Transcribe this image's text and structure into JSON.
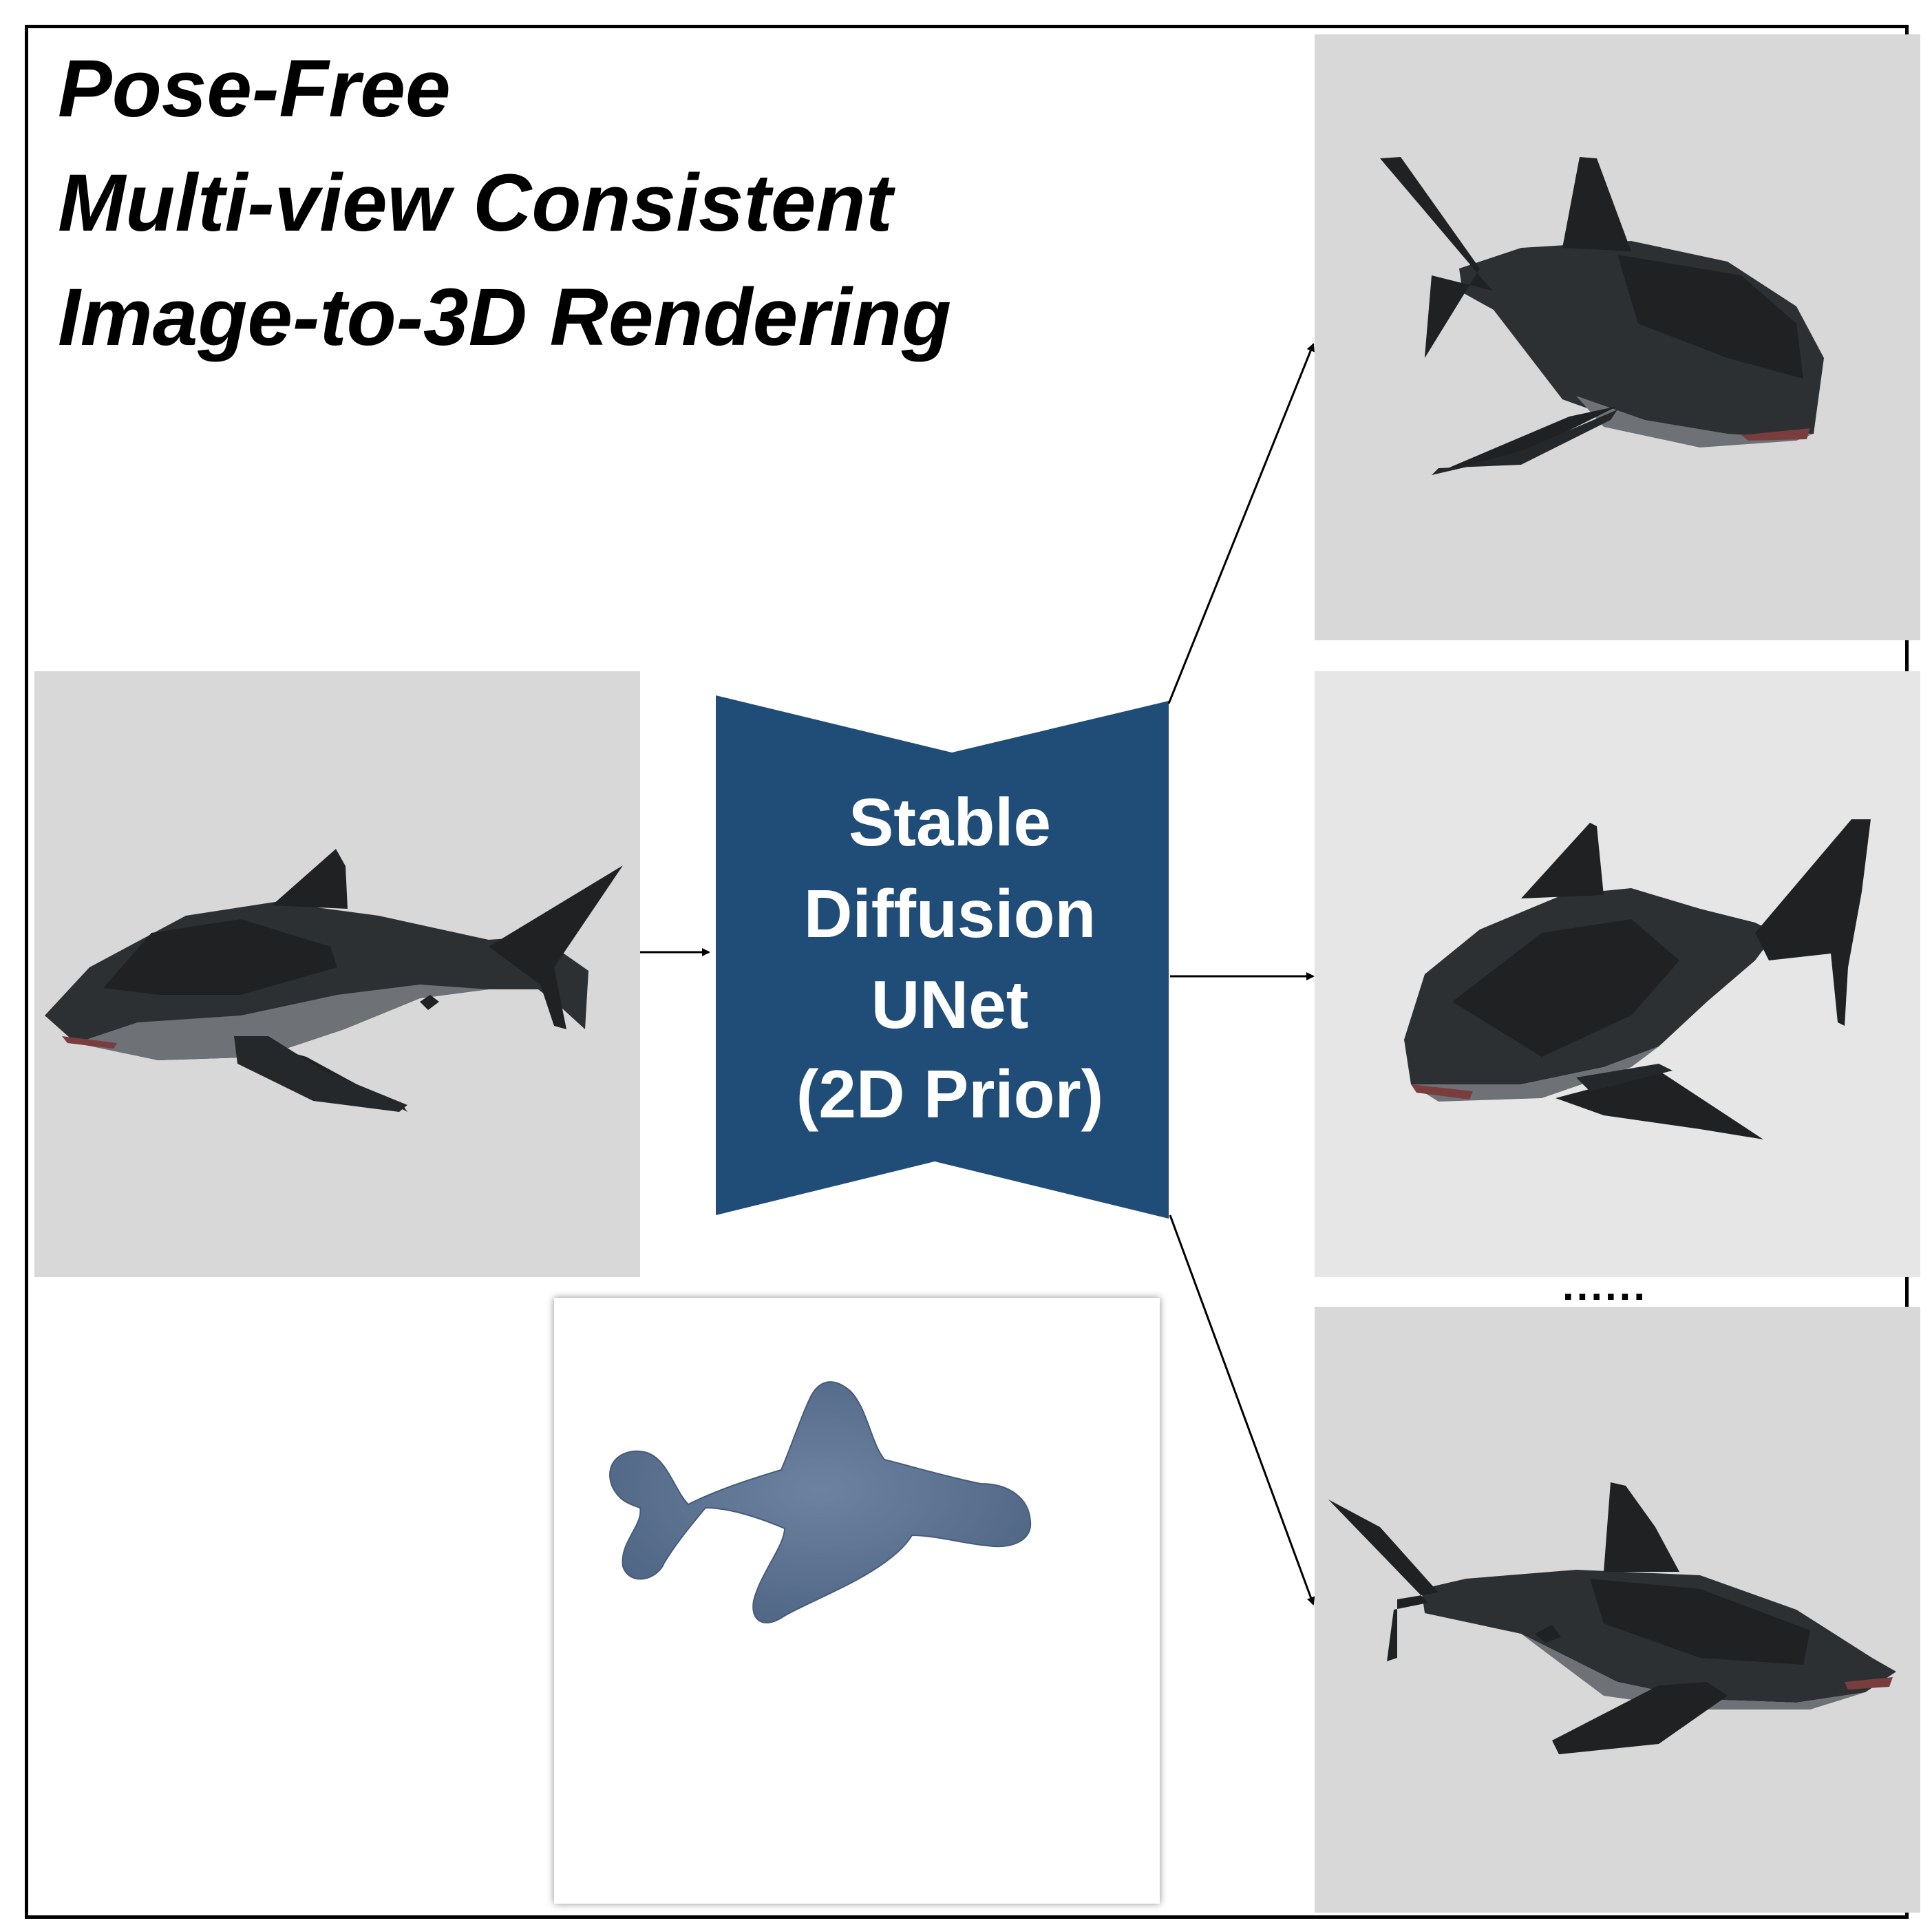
{
  "title": {
    "line1": "Pose-Free",
    "line2": "Multi-view Consistent",
    "line3": "Image-to-3D Rendering"
  },
  "unet": {
    "line1": "Stable",
    "line2": "Diffusion",
    "line3": "UNet",
    "line4": "(2D Prior)",
    "fill_color": "#204d77"
  },
  "ellipsis": "......",
  "colors": {
    "shark_dark": "#1f2123",
    "shark_mid": "#2d3033",
    "shark_belly": "#6e7176",
    "mesh_blue": "#5b7190",
    "panel_gray": "#d8d8d8"
  }
}
